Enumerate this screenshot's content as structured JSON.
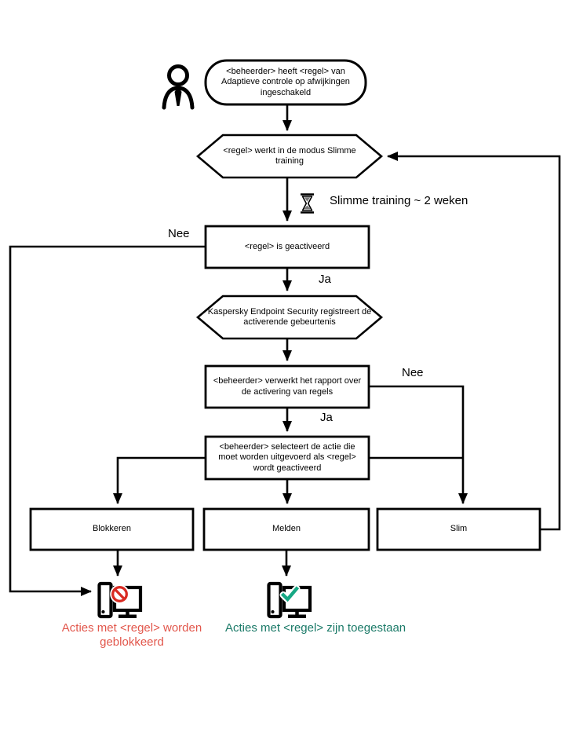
{
  "flowchart": {
    "nodes": {
      "start": "<beheerder> heeft <regel> van Adaptieve controle op afwijkingen ingeschakeld",
      "training_mode": "<regel> werkt in de modus Slimme training",
      "rule_triggered": "<regel> is geactiveerd",
      "register_event": "Kaspersky Endpoint Security registreert de activerende gebeurtenis",
      "process_report": "<beheerder> verwerkt het rapport over de activering van regels",
      "select_action": "<beheerder> selecteert de actie die moet worden uitgevoerd als <regel> wordt geactiveerd",
      "action_block": "Blokkeren",
      "action_notify": "Melden",
      "action_smart": "Slim"
    },
    "labels": {
      "timer": "Slimme training ~ 2 weken",
      "nee_rule": "Nee",
      "ja_rule": "Ja",
      "nee_report": "Nee",
      "ja_report": "Ja",
      "blocked_caption": "Acties met <regel> worden geblokkeerd",
      "allowed_caption": "Acties met <regel> zijn toegestaan"
    },
    "icons": {
      "person": "person-icon",
      "hourglass": "hourglass-icon",
      "computer_blocked": "computer-blocked-icon",
      "computer_allowed": "computer-allowed-icon",
      "prohibition": "prohibition-icon",
      "checkmark": "checkmark-icon"
    },
    "colors": {
      "line": "#000000",
      "caption_blocked": "#E2574C",
      "caption_allowed": "#1B7A68",
      "prohibition_red": "#D92B23",
      "check_green": "#17A884"
    }
  }
}
